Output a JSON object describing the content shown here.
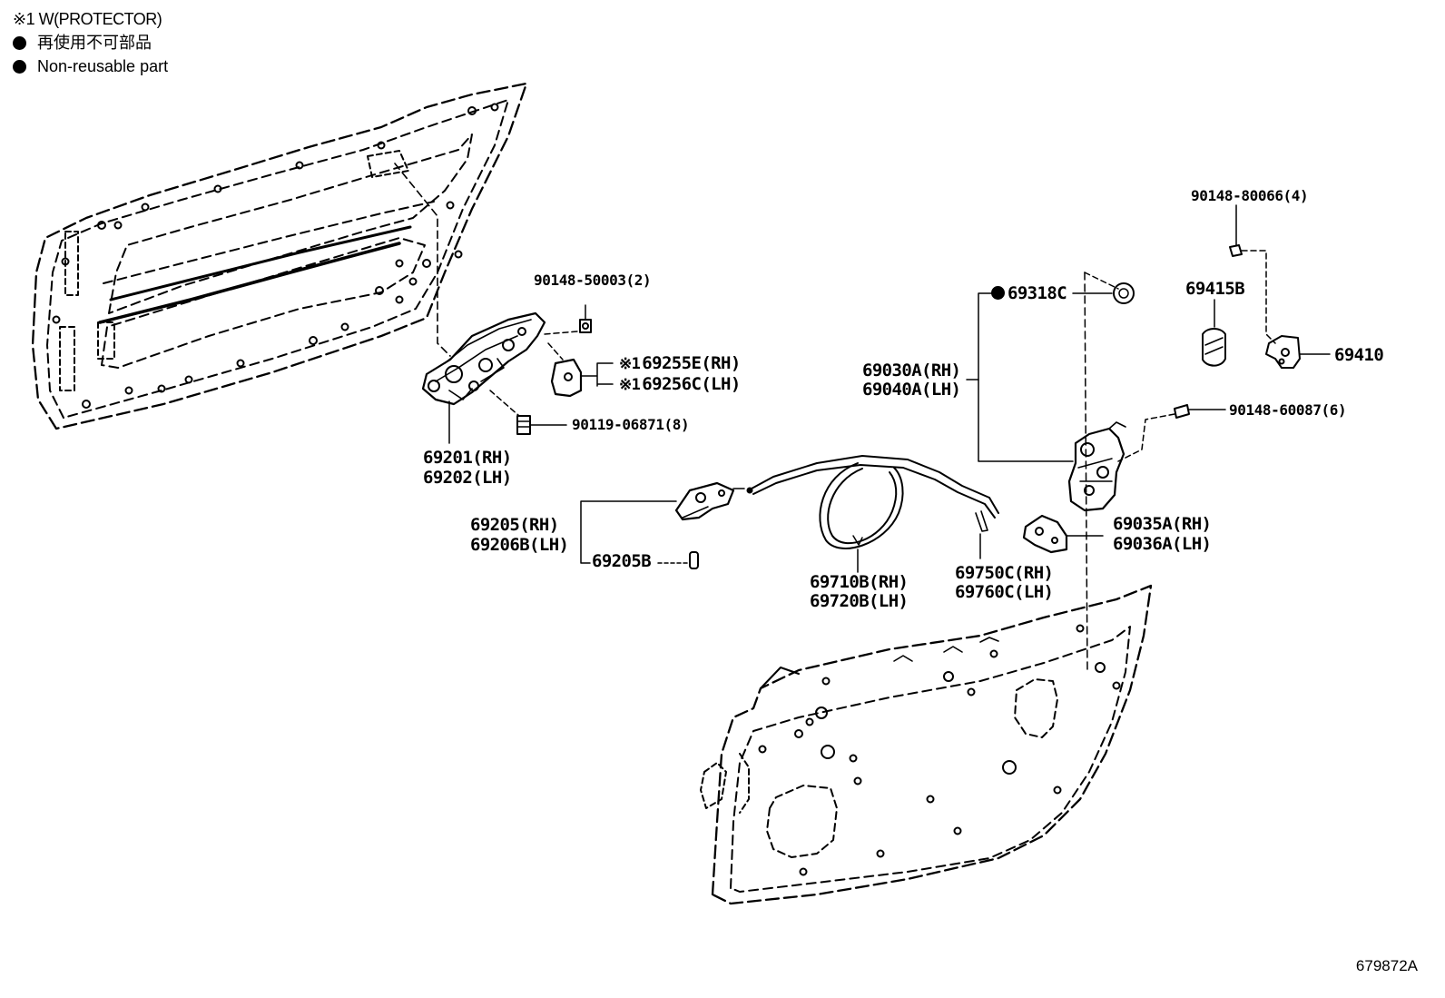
{
  "legend": {
    "protector_note": "※1 W(PROTECTOR)",
    "nonreusable_jp": "再使用不可部品",
    "nonreusable_en": "Non-reusable part"
  },
  "labels": {
    "p90148_50003": "90148-50003(2)",
    "p69255E": "69255E(RH)",
    "p69256C": "69256C(LH)",
    "mark1": "※1",
    "p90119_06871": "90119-06871(8)",
    "p69201": "69201(RH)",
    "p69202": "69202(LH)",
    "p69205": "69205(RH)",
    "p69206B": "69206B(LH)",
    "p69205B": "69205B",
    "p69710B": "69710B(RH)",
    "p69720B": "69720B(LH)",
    "p69750C": "69750C(RH)",
    "p69760C": "69760C(LH)",
    "p69318C": "69318C",
    "p69030A": "69030A(RH)",
    "p69040A": "69040A(LH)",
    "p69035A": "69035A(RH)",
    "p69036A": "69036A(LH)",
    "p90148_80066": "90148-80066(4)",
    "p69415B": "69415B",
    "p69410": "69410",
    "p90148_60087": "90148-60087(6)"
  },
  "illustration_ref": "679872A"
}
